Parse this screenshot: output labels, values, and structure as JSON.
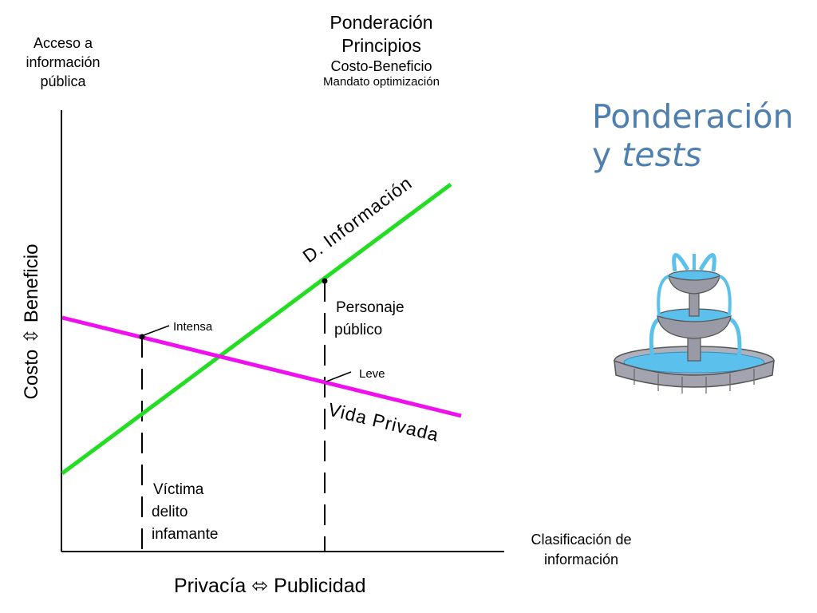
{
  "slide": {
    "title_line1": "Ponderación",
    "title_line2_prefix": "y ",
    "title_line2_italic": "tests"
  },
  "y_axis_top": {
    "line1": "Acceso a",
    "line2": "información",
    "line3": "pública"
  },
  "top_block": {
    "line1": "Ponderación",
    "line2": "Principios",
    "line3": "Costo-Beneficio",
    "line4": "Mandato optimización"
  },
  "vertical_axis_label": "Costo  ⇳  Beneficio",
  "bottom_axis_label": "Privacía   ⬄   Publicidad",
  "x_axis_right": {
    "line1": "Clasificación de",
    "line2": "información"
  },
  "chart_data": {
    "type": "line",
    "series": [
      {
        "name": "D. Información",
        "color": "#22dd22"
      },
      {
        "name": "Vida Privada",
        "color": "#ee11ee"
      }
    ],
    "annotations": {
      "intensa": "Intensa",
      "leve": "Leve",
      "personaje": [
        "Personaje",
        "público"
      ],
      "victima": [
        "Víctima",
        "delito",
        "infamante"
      ]
    }
  },
  "colors": {
    "title": "#4f7fae",
    "green_line": "#22dd22",
    "magenta_line": "#ee11ee",
    "axis": "#000000",
    "water": "#5bc0eb",
    "stone": "#9a9aa6"
  },
  "icons": {
    "fountain": "fountain-illustration"
  }
}
